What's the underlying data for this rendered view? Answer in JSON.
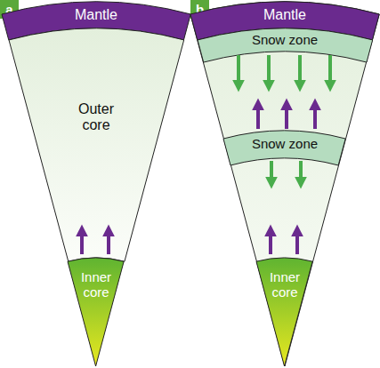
{
  "diagram": {
    "nodes": [
      {
        "text": [
          "a"
        ]
      },
      {
        "text": [
          "Mantle"
        ]
      },
      {
        "text": [
          "Outer core"
        ]
      },
      {
        "text": [
          "Inner core"
        ]
      },
      {
        "text": [
          "b"
        ]
      },
      {
        "text": [
          "Mantle"
        ]
      },
      {
        "text": [
          "Snow zone"
        ]
      },
      {
        "text": [
          "Snow zone"
        ]
      },
      {
        "text": [
          "Inner core"
        ]
      }
    ]
  }
}
